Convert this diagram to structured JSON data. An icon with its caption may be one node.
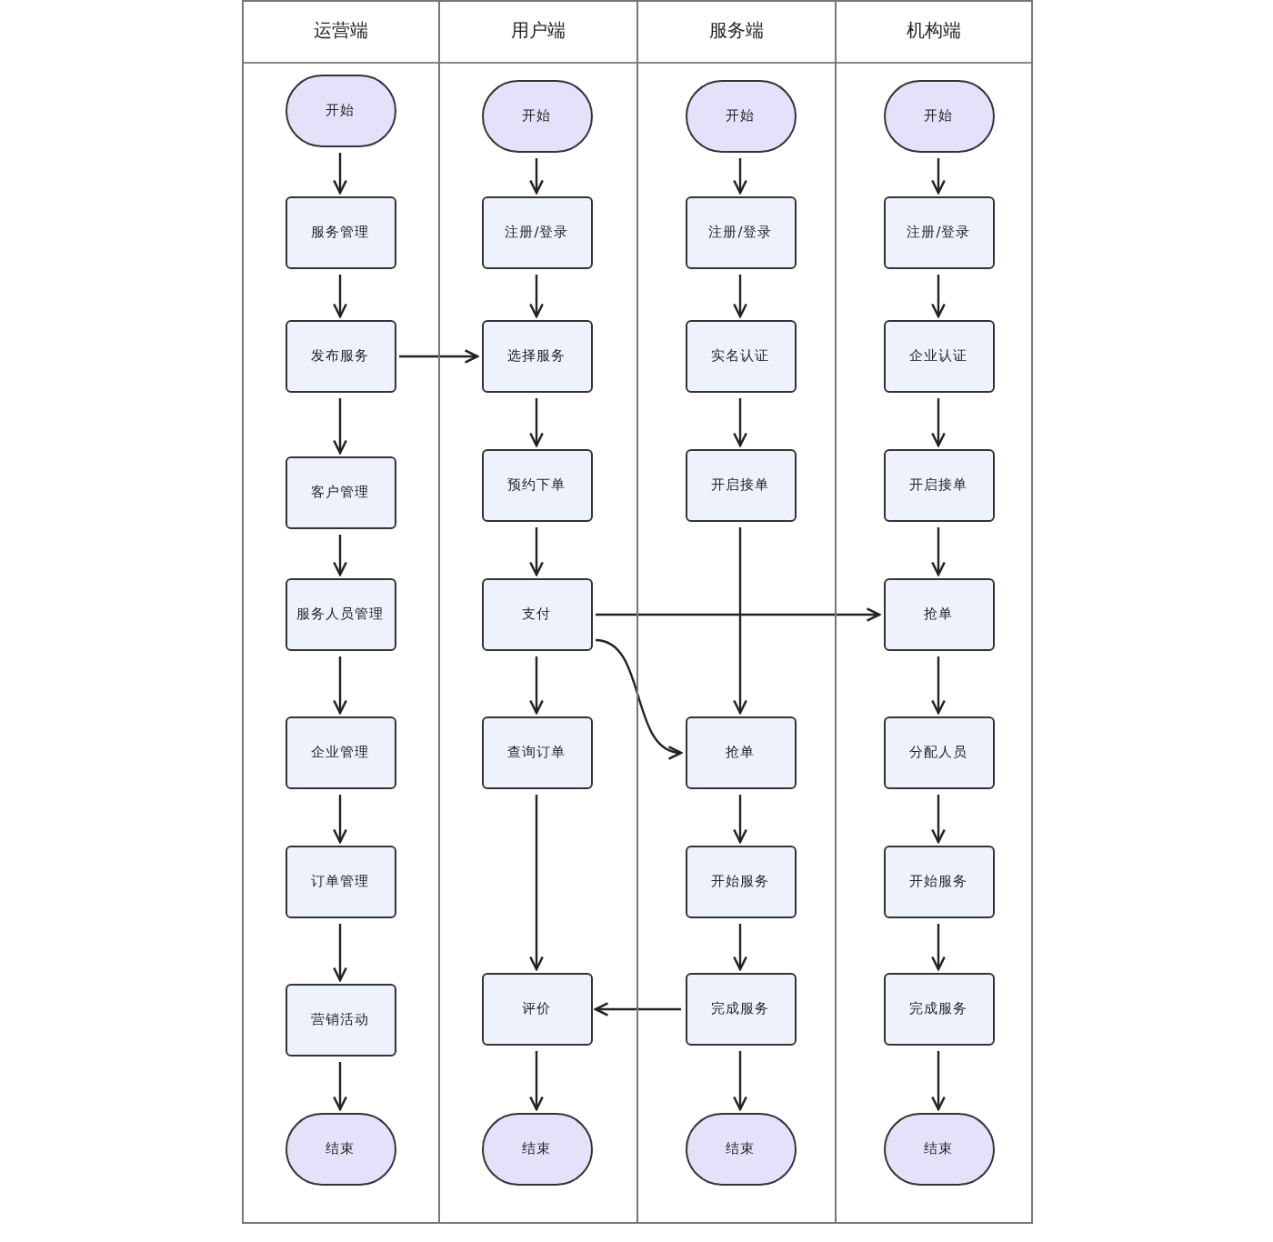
{
  "diagram": {
    "nodes": [
      {
        "text": [
          "运营端"
        ]
      },
      {
        "text": [
          "用户端"
        ]
      },
      {
        "text": [
          "服务端"
        ]
      },
      {
        "text": [
          "机构端"
        ]
      },
      {
        "text": [
          "开始"
        ],
        "in": 0
      },
      {
        "text": [
          "服务管理"
        ],
        "in": 0
      },
      {
        "text": [
          "发布服务"
        ],
        "in": 0
      },
      {
        "text": [
          "客户管理"
        ],
        "in": 0
      },
      {
        "text": [
          "服务人员管理"
        ],
        "in": 0
      },
      {
        "text": [
          "企业管理"
        ],
        "in": 0
      },
      {
        "text": [
          "订单管理"
        ],
        "in": 0
      },
      {
        "text": [
          "营销活动"
        ],
        "in": 0
      },
      {
        "text": [
          "结束"
        ],
        "in": 0
      },
      {
        "text": [
          "开始"
        ],
        "in": 1
      },
      {
        "text": [
          "注册/登录"
        ],
        "in": 1
      },
      {
        "text": [
          "选择服务"
        ],
        "in": 1
      },
      {
        "text": [
          "预约下单"
        ],
        "in": 1
      },
      {
        "text": [
          "支付"
        ],
        "in": 1
      },
      {
        "text": [
          "查询订单"
        ],
        "in": 1
      },
      {
        "text": [
          "评价"
        ],
        "in": 1
      },
      {
        "text": [
          "结束"
        ],
        "in": 1
      },
      {
        "text": [
          "开始"
        ],
        "in": 2
      },
      {
        "text": [
          "注册/登录"
        ],
        "in": 2
      },
      {
        "text": [
          "实名认证"
        ],
        "in": 2
      },
      {
        "text": [
          "开启接单"
        ],
        "in": 2
      },
      {
        "text": [
          "抢单"
        ],
        "in": 2
      },
      {
        "text": [
          "开始服务"
        ],
        "in": 2
      },
      {
        "text": [
          "完成服务"
        ],
        "in": 2
      },
      {
        "text": [
          "结束"
        ],
        "in": 2
      },
      {
        "text": [
          "开始"
        ],
        "in": 3
      },
      {
        "text": [
          "注册/登录"
        ],
        "in": 3
      },
      {
        "text": [
          "企业认证"
        ],
        "in": 3
      },
      {
        "text": [
          "开启接单"
        ],
        "in": 3
      },
      {
        "text": [
          "抢单"
        ],
        "in": 3
      },
      {
        "text": [
          "分配人员"
        ],
        "in": 3
      },
      {
        "text": [
          "开始服务"
        ],
        "in": 3
      },
      {
        "text": [
          "完成服务"
        ],
        "in": 3
      },
      {
        "text": [
          "结束"
        ],
        "in": 3
      }
    ],
    "edges": [
      {
        "from": 4,
        "to": 5,
        "arrow": "to"
      },
      {
        "from": 5,
        "to": 6,
        "arrow": "to"
      },
      {
        "from": 6,
        "to": 7,
        "arrow": "to"
      },
      {
        "from": 7,
        "to": 8,
        "arrow": "to"
      },
      {
        "from": 8,
        "to": 9,
        "arrow": "to"
      },
      {
        "from": 9,
        "to": 10,
        "arrow": "to"
      },
      {
        "from": 10,
        "to": 11,
        "arrow": "to"
      },
      {
        "from": 11,
        "to": 12,
        "arrow": "to"
      },
      {
        "from": 13,
        "to": 14,
        "arrow": "to"
      },
      {
        "from": 14,
        "to": 15,
        "arrow": "to"
      },
      {
        "from": 15,
        "to": 16,
        "arrow": "to"
      },
      {
        "from": 16,
        "to": 17,
        "arrow": "to"
      },
      {
        "from": 17,
        "to": 18,
        "arrow": "to"
      },
      {
        "from": 18,
        "to": 19,
        "arrow": "to"
      },
      {
        "from": 19,
        "to": 20,
        "arrow": "to"
      },
      {
        "from": 21,
        "to": 22,
        "arrow": "to"
      },
      {
        "from": 22,
        "to": 23,
        "arrow": "to"
      },
      {
        "from": 23,
        "to": 24,
        "arrow": "to"
      },
      {
        "from": 24,
        "to": 25,
        "arrow": "to"
      },
      {
        "from": 25,
        "to": 26,
        "arrow": "to"
      },
      {
        "from": 26,
        "to": 27,
        "arrow": "to"
      },
      {
        "from": 27,
        "to": 28,
        "arrow": "to"
      },
      {
        "from": 29,
        "to": 30,
        "arrow": "to"
      },
      {
        "from": 30,
        "to": 31,
        "arrow": "to"
      },
      {
        "from": 31,
        "to": 32,
        "arrow": "to"
      },
      {
        "from": 32,
        "to": 33,
        "arrow": "to"
      },
      {
        "from": 33,
        "to": 34,
        "arrow": "to"
      },
      {
        "from": 34,
        "to": 35,
        "arrow": "to"
      },
      {
        "from": 35,
        "to": 36,
        "arrow": "to"
      },
      {
        "from": 36,
        "to": 37,
        "arrow": "to"
      },
      {
        "from": 6,
        "to": 15,
        "arrow": "to"
      },
      {
        "from": 17,
        "to": 33,
        "arrow": "to"
      },
      {
        "from": 17,
        "to": 25,
        "arrow": "to"
      },
      {
        "from": 27,
        "to": 19,
        "arrow": "to"
      }
    ]
  }
}
